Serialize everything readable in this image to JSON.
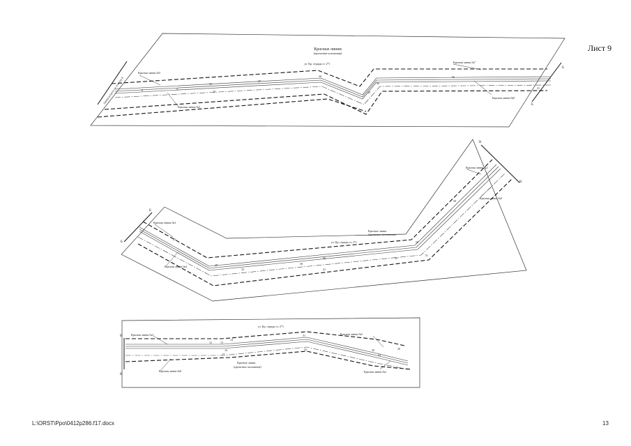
{
  "sheet_label": "Лист 9",
  "footer": {
    "file_path": "L:\\ORST\\Ppo\\0412p286.f17.docx",
    "page_number": "13"
  },
  "panel1": {
    "zone_title": "Красные линии",
    "zone_subtitle": "(проектные положения)",
    "street_label": "ул. Кр. отряды ст. 2*1",
    "label_top_left": "Красная линия №5",
    "label_bottom_left": "Красная линия №5",
    "label_top_right": "Красная линия №7",
    "label_bottom_right": "Красная линия №8",
    "section_line_label": "Линия разреза по участку 8",
    "section_marker": "Б"
  },
  "panel2": {
    "section_top": "В",
    "section_left": "Б",
    "label_top_left": "Красная линия №3",
    "label_bottom_left": "Красная линия №4",
    "label_top_right": "Красная линия №1",
    "label_right": "Красная линия №6",
    "center_label": "Красные линии",
    "center_label2": "(проектное положение)",
    "street_label": "ул. Кр. отряды ст. 2*1"
  },
  "panel3": {
    "section_marker": "В",
    "street_label": "ул. Кр. отряды ст. 2*1",
    "label_top_left": "Красная линия №3",
    "label_bottom_left": "Красная линия №8",
    "center_label": "Красные линии",
    "center_label2": "(проектное положение)",
    "label_top_right": "Красная линия №5",
    "label_bottom_right": "Красная линия №2"
  }
}
